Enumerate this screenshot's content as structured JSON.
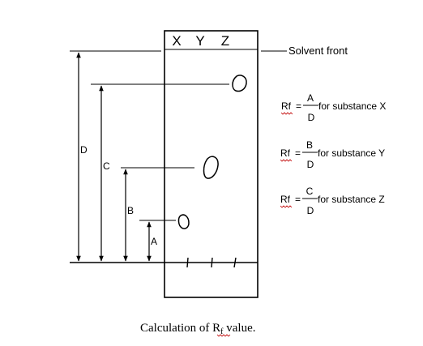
{
  "plate": {
    "lane_labels": [
      "X",
      "Y",
      "Z"
    ]
  },
  "solvent_front_label": "Solvent front",
  "distances": {
    "a": "A",
    "b": "B",
    "c": "C",
    "d": "D"
  },
  "formulas": [
    {
      "lhs": "Rf",
      "eq": "=",
      "numerator": "A",
      "denominator": "D",
      "suffix": "for substance X"
    },
    {
      "lhs": "Rf",
      "eq": "=",
      "numerator": "B",
      "denominator": "D",
      "suffix": "for substance Y"
    },
    {
      "lhs": "Rf",
      "eq": "=",
      "numerator": "C",
      "denominator": "D",
      "suffix": "for substance Z"
    }
  ],
  "caption": {
    "before": "Calculation of ",
    "r": "R",
    "f": "f",
    "after": " value."
  },
  "colors": {
    "ink": "#000000",
    "spellcheck_underline": "#c00000"
  }
}
